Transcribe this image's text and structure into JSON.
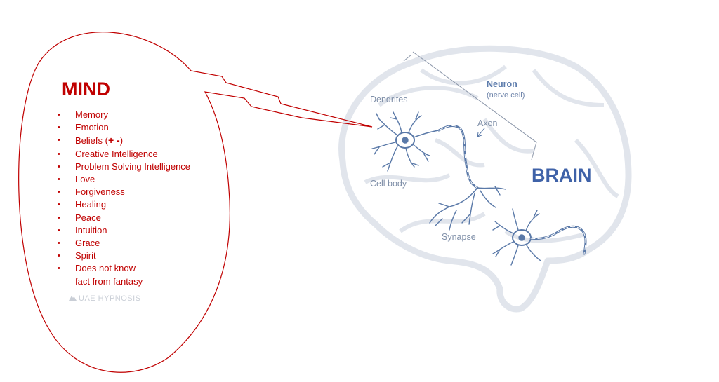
{
  "mind": {
    "title": "MIND",
    "items": [
      "Memory",
      "Emotion",
      "Beliefs (",
      "Creative Intelligence",
      "Problem Solving Intelligence",
      "Love",
      "Forgiveness",
      "Healing",
      "Peace",
      "Intuition",
      "Grace",
      "Spirit",
      "Does not know",
      "fact from fantasy"
    ],
    "beliefs_signs": "+ -",
    "beliefs_close": ")"
  },
  "watermark": {
    "text": "UAE HYPNOSIS"
  },
  "brain": {
    "title": "BRAIN",
    "labels": {
      "neuron": "Neuron",
      "neuron_sub": "(nerve cell)",
      "dendrites": "Dendrites",
      "axon": "Axon",
      "cell_body": "Cell body",
      "synapse": "Synapse"
    }
  },
  "colors": {
    "mind_red": "#c00000",
    "brain_blue": "#3f62a8",
    "neuron_blue": "#5a79a8",
    "brain_outline": "#dfe3ea"
  }
}
